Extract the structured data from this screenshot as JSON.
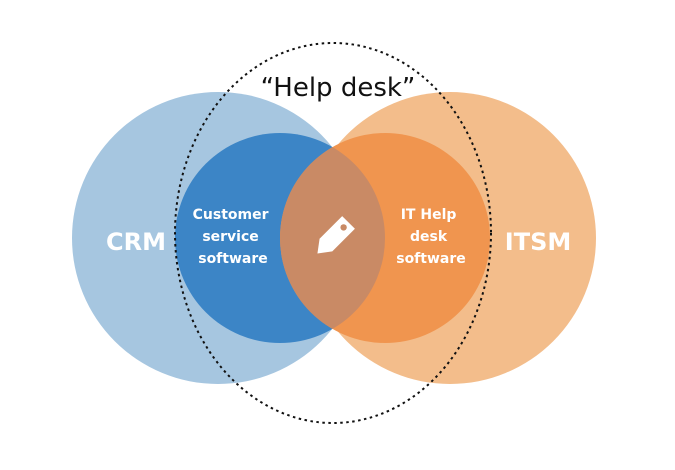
{
  "title": "“Help desk”",
  "sets": {
    "crm": {
      "label": "CRM",
      "color": "#a6c6e0"
    },
    "itsm": {
      "label": "ITSM",
      "color": "#f3bd8b"
    },
    "customer_service": {
      "lines": [
        "Customer",
        "service",
        "software"
      ],
      "color": "#3c85c6"
    },
    "it_help_desk": {
      "lines": [
        "IT Help",
        "desk",
        "software"
      ],
      "color": "#f0954f"
    },
    "overlap": {
      "color": "#c98a65",
      "icon": "price-tag-icon"
    }
  },
  "text_color": "#ffffff",
  "title_color": "#111111"
}
